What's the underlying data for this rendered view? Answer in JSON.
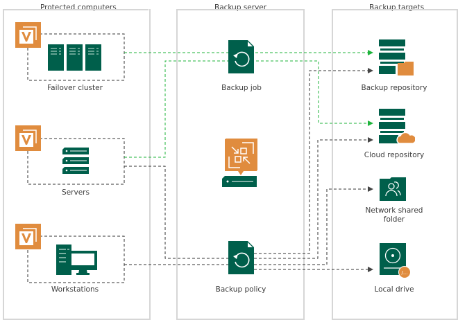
{
  "panels": {
    "protected": {
      "title": "Protected computers"
    },
    "server": {
      "title": "Backup server"
    },
    "targets": {
      "title": "Backup targets"
    }
  },
  "sources": [
    {
      "label": "Failover cluster",
      "icon": "failover-cluster-icon"
    },
    {
      "label": "Servers",
      "icon": "servers-icon"
    },
    {
      "label": "Workstations",
      "icon": "workstation-icon"
    }
  ],
  "agent_icon": "veeam-agent-icon",
  "server_items": [
    {
      "label": "Backup job",
      "icon": "backup-job-icon"
    },
    {
      "label": "",
      "icon": "backup-server-icon"
    },
    {
      "label": "Backup policy",
      "icon": "backup-policy-icon"
    }
  ],
  "targets": [
    {
      "label": "Backup repository",
      "icon": "backup-repository-icon"
    },
    {
      "label": "Cloud repository",
      "icon": "cloud-repository-icon"
    },
    {
      "label": "Network shared folder",
      "label_line1": "Network shared",
      "label_line2": "folder",
      "icon": "network-shared-folder-icon"
    },
    {
      "label": "Local drive",
      "icon": "local-drive-icon"
    }
  ],
  "colors": {
    "green": "#005f4b",
    "orange": "#e08c3e",
    "flow_green": "#1db33a",
    "flow_dark": "#333333",
    "panel_border": "#d6d6d6"
  },
  "legend_flows": [
    {
      "from": "Failover cluster",
      "via": "Backup job",
      "to": "Backup repository",
      "style": "green-dashed"
    },
    {
      "from": "Servers",
      "via": "Backup job",
      "to": "Cloud repository",
      "style": "green-dashed"
    },
    {
      "from": "Servers",
      "via": "Backup policy",
      "to": "Backup repository",
      "style": "dark-dashed"
    },
    {
      "from": "Workstations",
      "via": "Backup policy",
      "to": "Cloud repository",
      "style": "dark-dashed"
    },
    {
      "from": "Backup policy",
      "to": "Network shared folder",
      "style": "dark-dashed"
    },
    {
      "from": "Backup policy",
      "to": "Local drive",
      "style": "dark-dashed"
    }
  ]
}
